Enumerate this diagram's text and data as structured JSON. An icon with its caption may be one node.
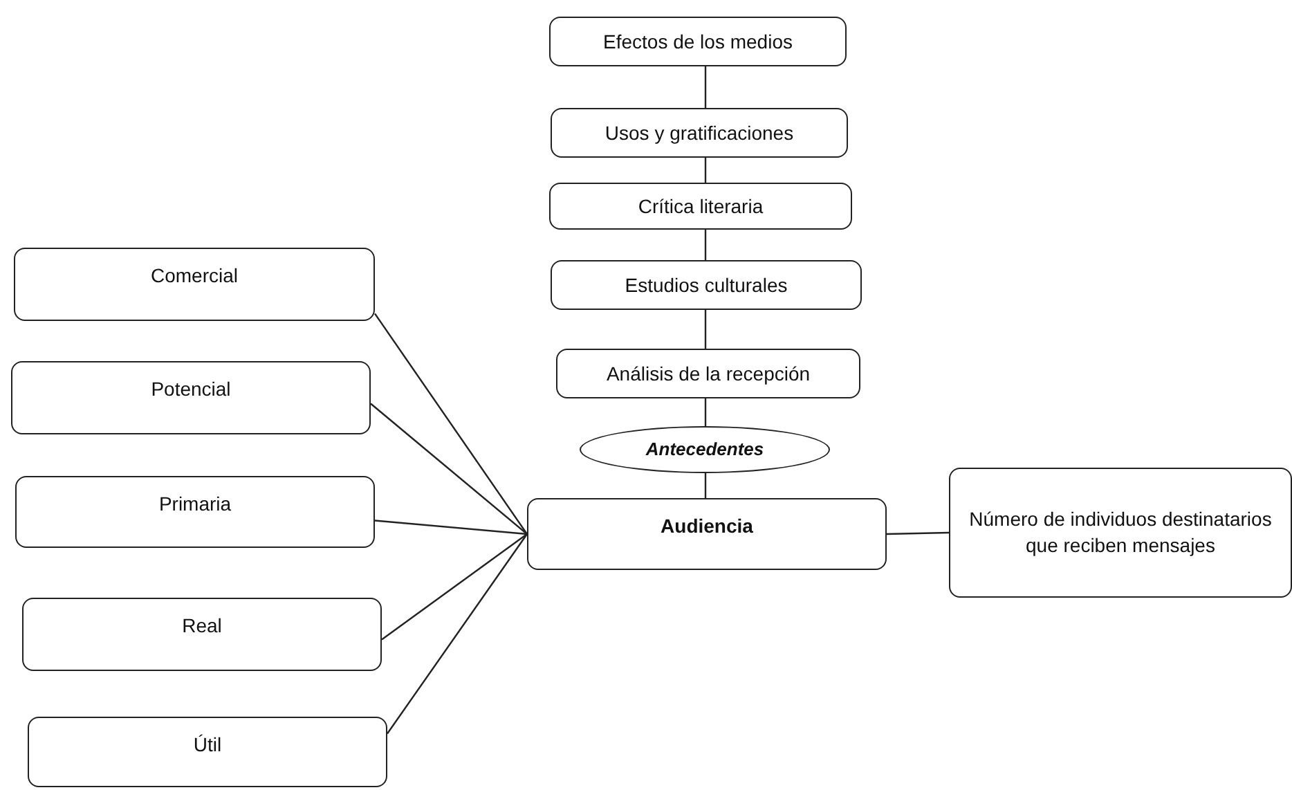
{
  "diagram": {
    "nodes": [
      {
        "text": [
          "Efectos de los medios"
        ]
      },
      {
        "text": [
          "Usos y gratificaciones"
        ]
      },
      {
        "text": [
          "Crítica literaria"
        ]
      },
      {
        "text": [
          "Estudios culturales"
        ]
      },
      {
        "text": [
          "Análisis de la recepción"
        ]
      },
      {
        "text": [
          "Antecedentes"
        ]
      },
      {
        "text": [
          "Audiencia"
        ]
      },
      {
        "text": [
          "Número de individuos destinatarios que reciben mensajes"
        ]
      },
      {
        "text": [
          "Comercial"
        ]
      },
      {
        "text": [
          "Potencial"
        ]
      },
      {
        "text": [
          "Primaria"
        ]
      },
      {
        "text": [
          "Real"
        ]
      },
      {
        "text": [
          "Útil"
        ]
      }
    ],
    "edges": [
      {
        "from": 0,
        "to": 1,
        "arrow": "none"
      },
      {
        "from": 1,
        "to": 2,
        "arrow": "none"
      },
      {
        "from": 2,
        "to": 3,
        "arrow": "none"
      },
      {
        "from": 3,
        "to": 4,
        "arrow": "none"
      },
      {
        "from": 4,
        "to": 5,
        "arrow": "none"
      },
      {
        "from": 5,
        "to": 6,
        "arrow": "none"
      },
      {
        "from": 6,
        "to": 7,
        "arrow": "none"
      },
      {
        "from": 8,
        "to": 6,
        "arrow": "none"
      },
      {
        "from": 9,
        "to": 6,
        "arrow": "none"
      },
      {
        "from": 10,
        "to": 6,
        "arrow": "none"
      },
      {
        "from": 11,
        "to": 6,
        "arrow": "none"
      },
      {
        "from": 12,
        "to": 6,
        "arrow": "none"
      }
    ]
  }
}
